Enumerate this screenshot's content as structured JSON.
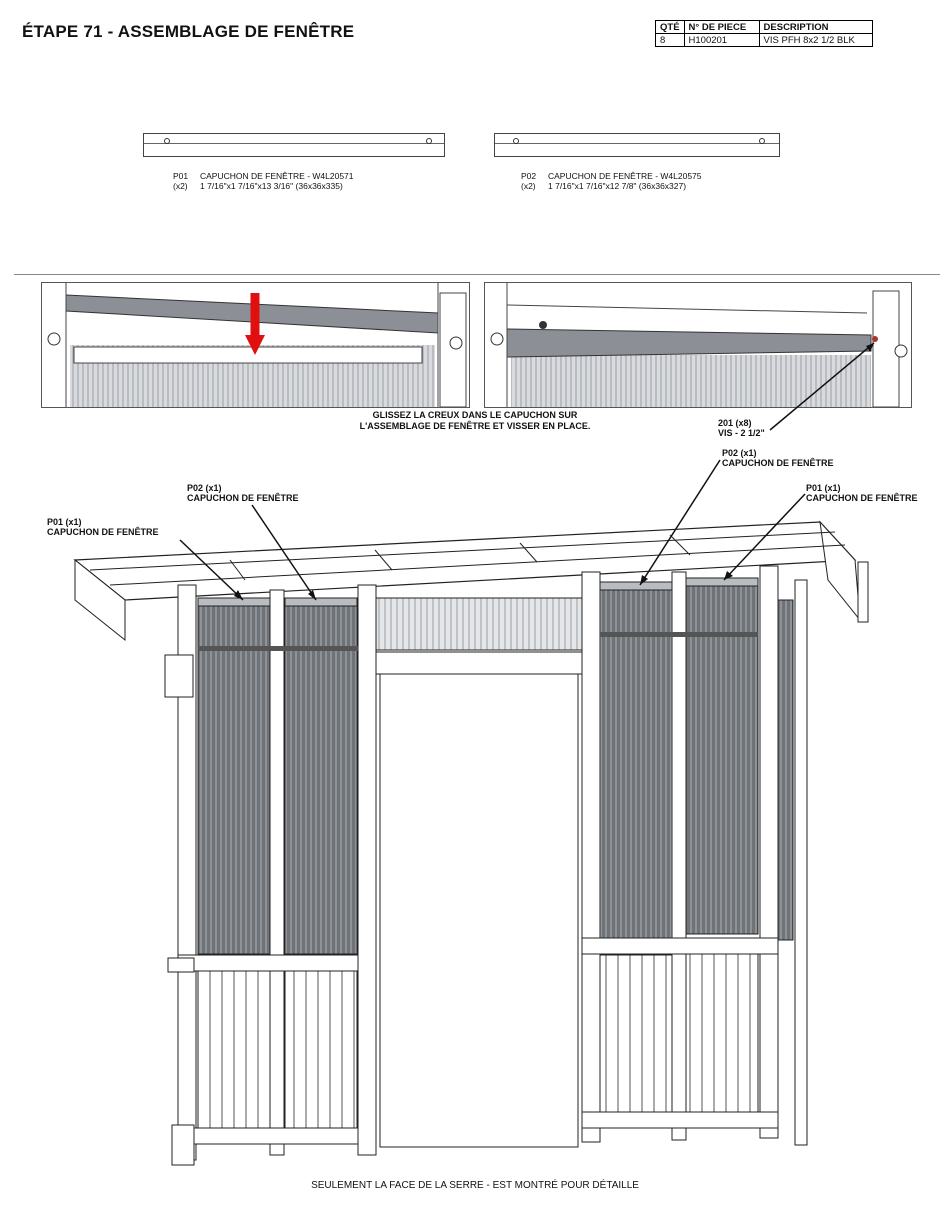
{
  "header": {
    "title": "ÉTAPE 71 - ASSEMBLAGE DE FENÊTRE"
  },
  "parts_table": {
    "columns": [
      "QTÉ",
      "N° DE PIECE",
      "DESCRIPTION"
    ],
    "rows": [
      {
        "qty": "8",
        "part_no": "H100201",
        "description": "VIS PFH 8x2 1/2 BLK"
      }
    ]
  },
  "parts": [
    {
      "code": "P01",
      "qty": "(x2)",
      "name": "CAPUCHON DE FENÊTRE - W4L20571",
      "dims": "1 7/16\"x1 7/16\"x13 3/16\" (36x36x335)"
    },
    {
      "code": "P02",
      "qty": "(x2)",
      "name": "CAPUCHON DE FENÊTRE - W4L20575",
      "dims": "1 7/16\"x1 7/16\"x12 7/8\" (36x36x327)"
    }
  ],
  "instruction": {
    "line1": "GLISSEZ LA CREUX DANS LE CAPUCHON SUR",
    "line2": "L'ASSEMBLAGE DE FENÊTRE ET VISSER EN PLACE."
  },
  "screw_callout": {
    "line1": "201 (x8)",
    "line2": "VIS - 2 1/2\""
  },
  "callouts": [
    {
      "line1": "P01 (x1)",
      "line2": "CAPUCHON DE FENÊTRE"
    },
    {
      "line1": "P02 (x1)",
      "line2": "CAPUCHON DE FENÊTRE"
    },
    {
      "line1": "P02 (x1)",
      "line2": "CAPUCHON DE FENÊTRE"
    },
    {
      "line1": "P01 (x1)",
      "line2": "CAPUCHON DE FENÊTRE"
    }
  ],
  "footer": {
    "note": "SEULEMENT LA FACE DE LA SERRE - EST MONTRÉ POUR DÉTAILLE"
  },
  "colors": {
    "arrow": "#e01010",
    "panel_dark": "#6f7378",
    "frame": "#ffffff",
    "line": "#222222"
  }
}
